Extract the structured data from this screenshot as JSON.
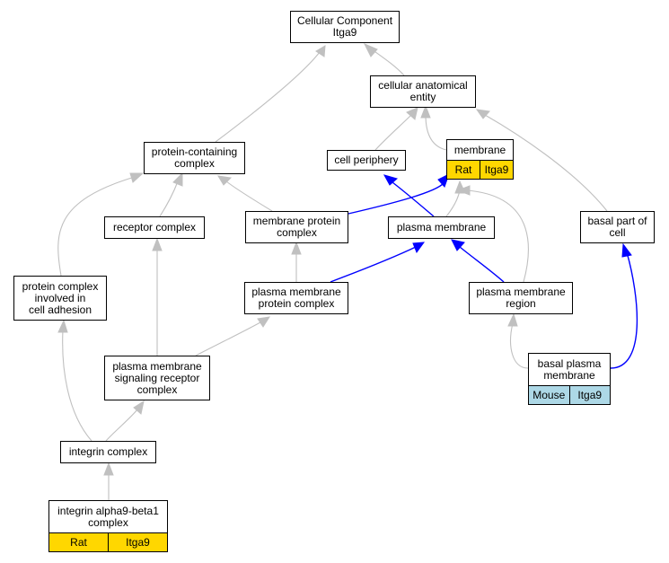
{
  "nodes": {
    "cc": {
      "label": "Cellular Component\nItga9"
    },
    "cae": {
      "label": "cellular anatomical\nentity"
    },
    "pcc": {
      "label": "protein-containing\ncomplex"
    },
    "cellper": {
      "label": "cell periphery"
    },
    "membrane": {
      "label": "membrane",
      "tags": [
        {
          "text": "Rat",
          "color": "#ffd700"
        },
        {
          "text": "Itga9",
          "color": "#ffd700"
        }
      ]
    },
    "receptor": {
      "label": "receptor complex"
    },
    "mpc": {
      "label": "membrane protein\ncomplex"
    },
    "pm": {
      "label": "plasma membrane"
    },
    "basalpart": {
      "label": "basal part of\ncell"
    },
    "pcadh": {
      "label": "protein complex\ninvolved in\ncell adhesion"
    },
    "pmpc": {
      "label": "plasma membrane\nprotein complex"
    },
    "pmr": {
      "label": "plasma membrane\nregion"
    },
    "pmsrc": {
      "label": "plasma membrane\nsignaling receptor\ncomplex"
    },
    "bpm": {
      "label": "basal plasma\nmembrane",
      "tags": [
        {
          "text": "Mouse",
          "color": "#add8e6"
        },
        {
          "text": "Itga9",
          "color": "#add8e6"
        }
      ]
    },
    "integrin": {
      "label": "integrin complex"
    },
    "a9b1": {
      "label": "integrin alpha9-beta1\ncomplex",
      "tags": [
        {
          "text": "Rat",
          "color": "#ffd700"
        },
        {
          "text": "Itga9",
          "color": "#ffd700"
        }
      ]
    }
  },
  "edges": [
    {
      "from": "cae",
      "to": "cc",
      "color": "#c0c0c0"
    },
    {
      "from": "pcc",
      "to": "cc",
      "color": "#c0c0c0"
    },
    {
      "from": "cellper",
      "to": "cae",
      "color": "#c0c0c0"
    },
    {
      "from": "membrane",
      "to": "cae",
      "color": "#c0c0c0"
    },
    {
      "from": "basalpart",
      "to": "cae",
      "color": "#c0c0c0"
    },
    {
      "from": "receptor",
      "to": "pcc",
      "color": "#c0c0c0"
    },
    {
      "from": "mpc",
      "to": "pcc",
      "color": "#c0c0c0"
    },
    {
      "from": "pcadh",
      "to": "pcc",
      "color": "#c0c0c0"
    },
    {
      "from": "mpc",
      "to": "membrane",
      "color": "#0000ff"
    },
    {
      "from": "pm",
      "to": "cellper",
      "color": "#0000ff"
    },
    {
      "from": "pm",
      "to": "membrane",
      "color": "#c0c0c0"
    },
    {
      "from": "pmr",
      "to": "membrane",
      "color": "#c0c0c0"
    },
    {
      "from": "pmpc",
      "to": "mpc",
      "color": "#c0c0c0"
    },
    {
      "from": "pmpc",
      "to": "pm",
      "color": "#0000ff"
    },
    {
      "from": "pmr",
      "to": "pm",
      "color": "#0000ff"
    },
    {
      "from": "bpm",
      "to": "pmr",
      "color": "#c0c0c0"
    },
    {
      "from": "bpm",
      "to": "basalpart",
      "color": "#0000ff"
    },
    {
      "from": "pmsrc",
      "to": "receptor",
      "color": "#c0c0c0"
    },
    {
      "from": "pmsrc",
      "to": "pmpc",
      "color": "#c0c0c0"
    },
    {
      "from": "integrin",
      "to": "pmsrc",
      "color": "#c0c0c0"
    },
    {
      "from": "integrin",
      "to": "pcadh",
      "color": "#c0c0c0"
    },
    {
      "from": "a9b1",
      "to": "integrin",
      "color": "#c0c0c0"
    }
  ]
}
